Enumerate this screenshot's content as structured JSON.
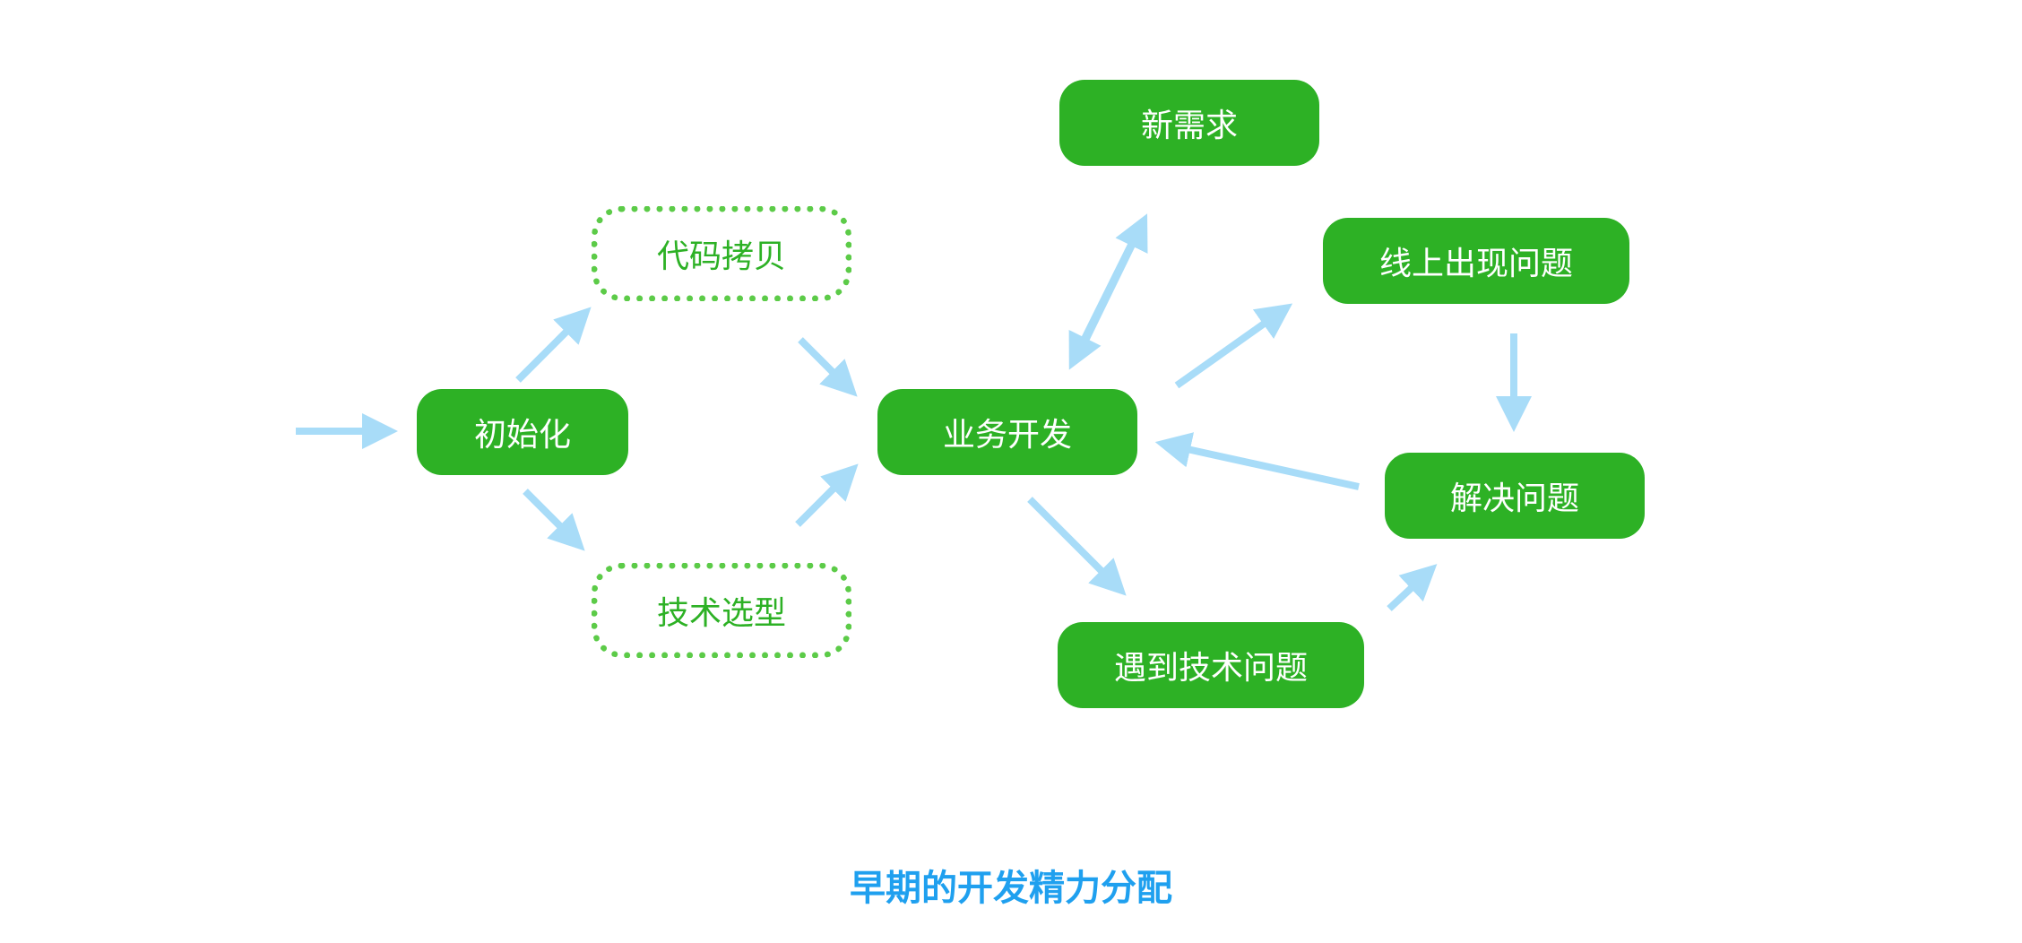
{
  "nodes": {
    "init": "初始化",
    "code_copy": "代码拷贝",
    "tech_selection": "技术选型",
    "business_dev": "业务开发",
    "new_requirement": "新需求",
    "online_issue": "线上出现问题",
    "solve_problem": "解决问题",
    "tech_problem": "遇到技术问题"
  },
  "caption": "早期的开发精力分配",
  "colors": {
    "node_fill": "#2db125",
    "node_text": "#ffffff",
    "dashed_border": "#5ccb48",
    "dashed_text": "#2db125",
    "arrow": "#a8dcf8",
    "caption": "#1fa0ef"
  }
}
